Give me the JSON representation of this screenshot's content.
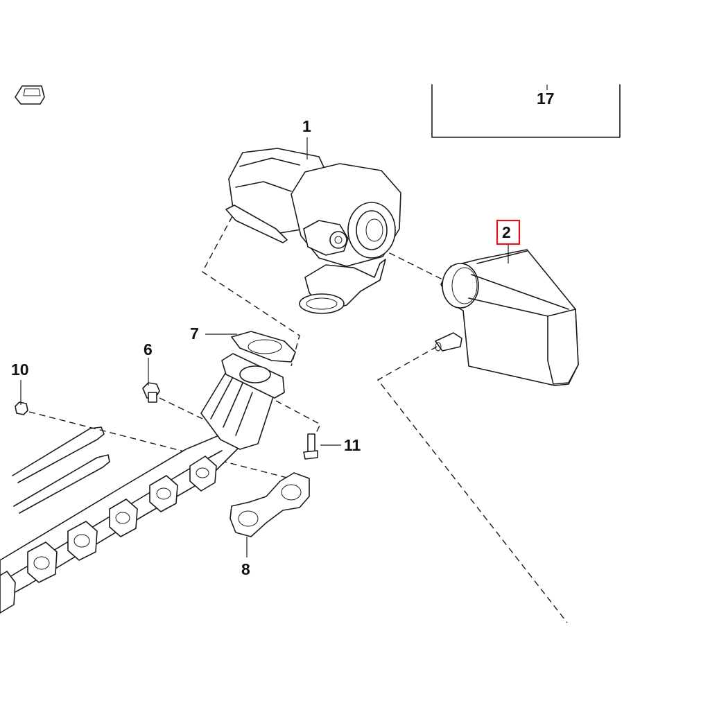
{
  "diagram": {
    "callouts": {
      "c1": "1",
      "c2": "2",
      "c6": "6",
      "c7": "7",
      "c8": "8",
      "c10": "10",
      "c11": "11",
      "c17": "17"
    },
    "highlighted_callout": "2",
    "highlight_color": "#e0141e",
    "highlight_fill": "#fbe2e2",
    "parts": [
      "turbocharger",
      "intake-boot",
      "manifold-stud",
      "turbo-gasket",
      "manifold-gasket",
      "manifold-nut",
      "turbo-bolt",
      "exhaust-manifold"
    ]
  }
}
